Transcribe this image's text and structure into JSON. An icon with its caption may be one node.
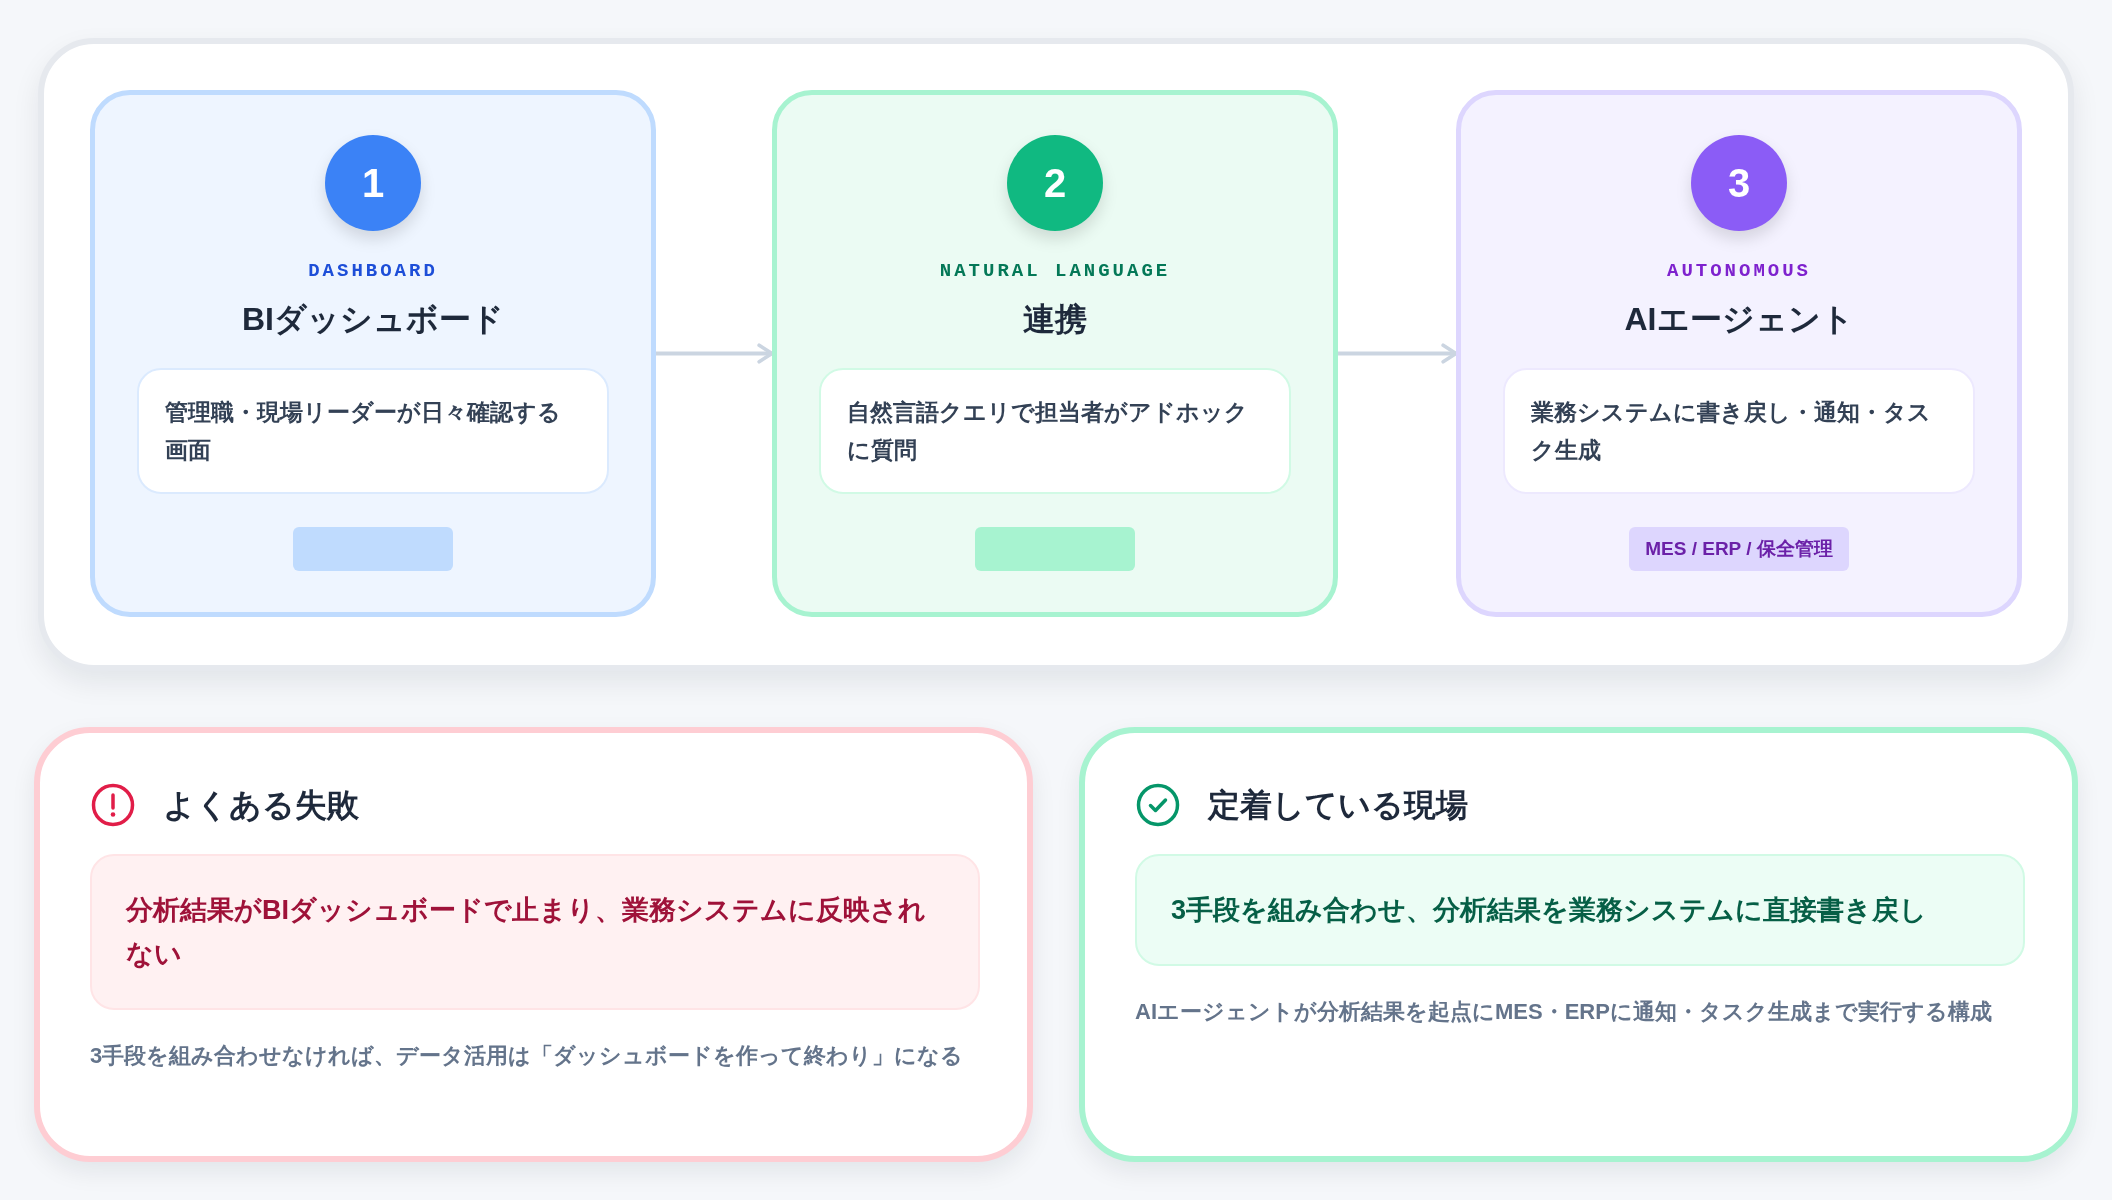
{
  "diagram": {
    "nodes": [
      {
        "text": [
          "DASHBOARD",
          "BIダッシュボード"
        ]
      },
      {
        "text": [
          "1"
        ],
        "in": 0
      },
      {
        "text": [
          "管理職・現場リーダーが日々確認する画面"
        ],
        "in": 0
      },
      {
        "text": [],
        "shape": "box",
        "in": 0
      },
      {
        "text": [
          "NATURAL LANGUAGE",
          "連携"
        ]
      },
      {
        "text": [
          "2"
        ],
        "in": 4
      },
      {
        "text": [
          "自然言語クエリで担当者がアドホックに質問"
        ],
        "in": 4
      },
      {
        "text": [],
        "shape": "box",
        "in": 4
      },
      {
        "text": [
          "AUTONOMOUS",
          "AIエージェント"
        ]
      },
      {
        "text": [
          "3"
        ],
        "in": 8
      },
      {
        "text": [
          "業務システムに書き戻し・通知・タスク生成"
        ],
        "in": 8
      },
      {
        "text": [
          "MES / ERP / 保全管理"
        ],
        "in": 8
      },
      {
        "text": [
          "よくある失敗",
          "3手段を組み合わせなければ、データ活用は「ダッシュボードを作って終わり」になる"
        ]
      },
      {
        "text": [
          "分析結果がBIダッシュボードで止まり、業務システムに反映されない"
        ],
        "in": 12
      },
      {
        "text": [
          "定着している現場",
          "AIエージェントが分析結果を起点にMES・ERPに通知・タスク生成まで実行する構成"
        ]
      },
      {
        "text": [
          "3手段を組み合わせ、分析結果を業務システムに直接書き戻し"
        ],
        "in": 14
      }
    ],
    "edges": [
      {
        "from": 0,
        "to": 4,
        "arrow": "to"
      },
      {
        "from": 4,
        "to": 8,
        "arrow": "to"
      }
    ]
  }
}
